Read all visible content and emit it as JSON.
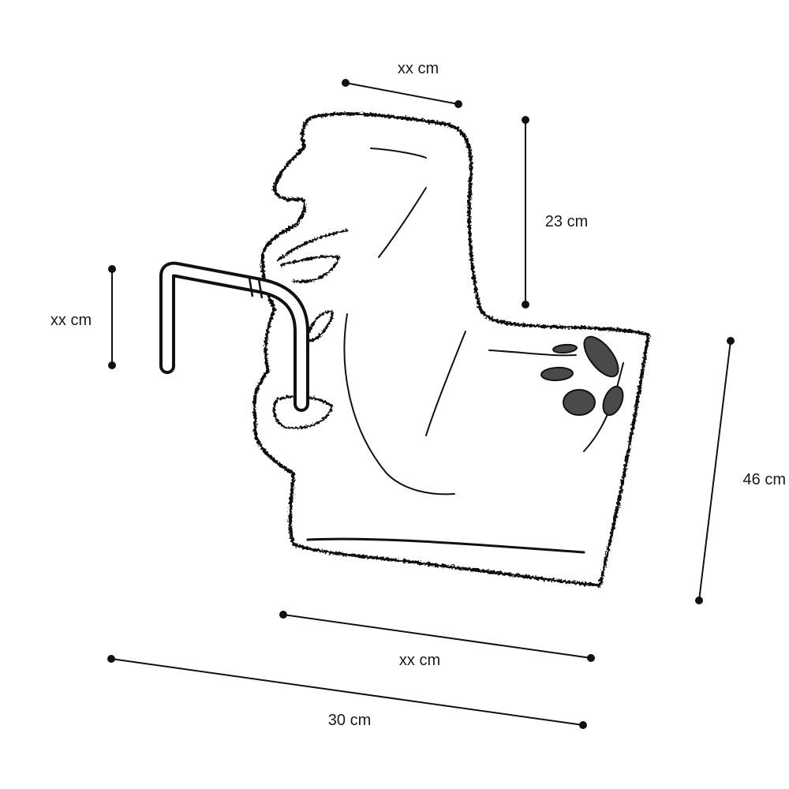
{
  "dimensions": {
    "top_width": "xx cm",
    "back_height": "23 cm",
    "hook_height": "xx cm",
    "front_depth": "46 cm",
    "base_width": "xx cm",
    "total_width": "30 cm"
  },
  "colors": {
    "ink": "#111111",
    "paw": "#4a4a4a",
    "background": "#ffffff"
  },
  "icons": {
    "paw_print": "paw-print-icon",
    "hanger": "hanger-hook"
  }
}
